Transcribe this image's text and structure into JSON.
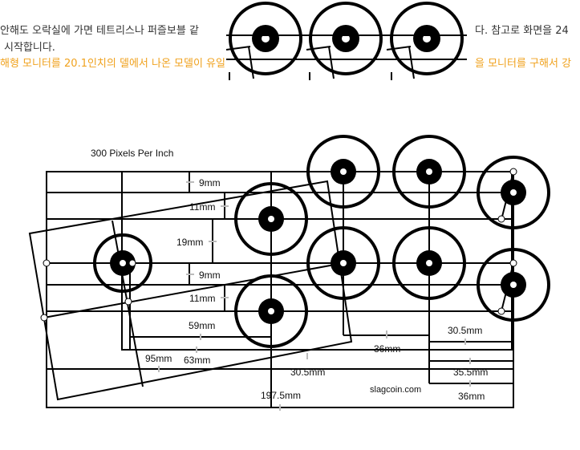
{
  "article": {
    "line1": "안해도 오락실에 가면 테트리스나 퍼즐보블 같",
    "line1_end": "다. 참고로 화면을 24",
    "line2": "시작합니다.",
    "line3": "해형 모니터를 20.1인치의 델에서 나온 모델이 유일",
    "line3_end": "을 모니터를 구해서 강"
  },
  "diagram": {
    "title": "300 Pixels Per Inch",
    "credit": "slagcoin.com",
    "dims": {
      "d9a": "9mm",
      "d11a": "11mm",
      "d19": "19mm",
      "d9b": "9mm",
      "d11b": "11mm",
      "d59": "59mm",
      "d95": "95mm",
      "d63": "63mm",
      "d30a": "30.5mm",
      "d36a": "36mm",
      "d30b": "30.5mm",
      "d35": "35.5mm",
      "d36b": "36mm",
      "d197": "197.5mm"
    }
  },
  "colors": {
    "ink": "#000000",
    "link": "#f0a21e",
    "text": "#333333"
  }
}
